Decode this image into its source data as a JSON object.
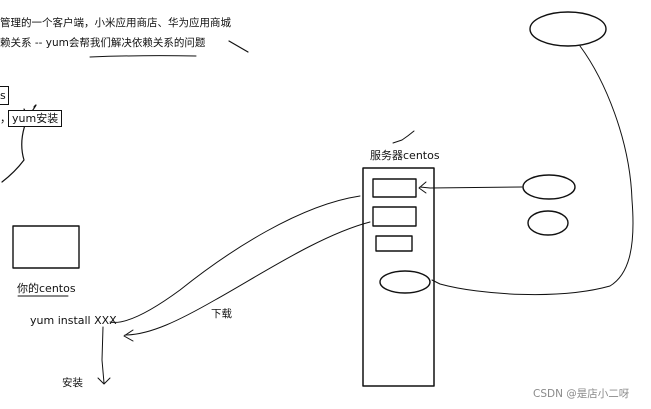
{
  "notes": {
    "line1": "管理的一个客户端，小米应用商店、华为应用商城",
    "line2": "赖关系 -- yum会帮我们解决依赖关系的问题"
  },
  "left_labels": {
    "partial_box": "s",
    "comma": "，",
    "yum_install_box": "yum安装"
  },
  "client": {
    "label": "你的centos",
    "command": "yum install XXX",
    "install": "安装"
  },
  "server": {
    "label": "服务器centos"
  },
  "arrows": {
    "download": "下载"
  },
  "watermark": "CSDN @是店小二呀"
}
